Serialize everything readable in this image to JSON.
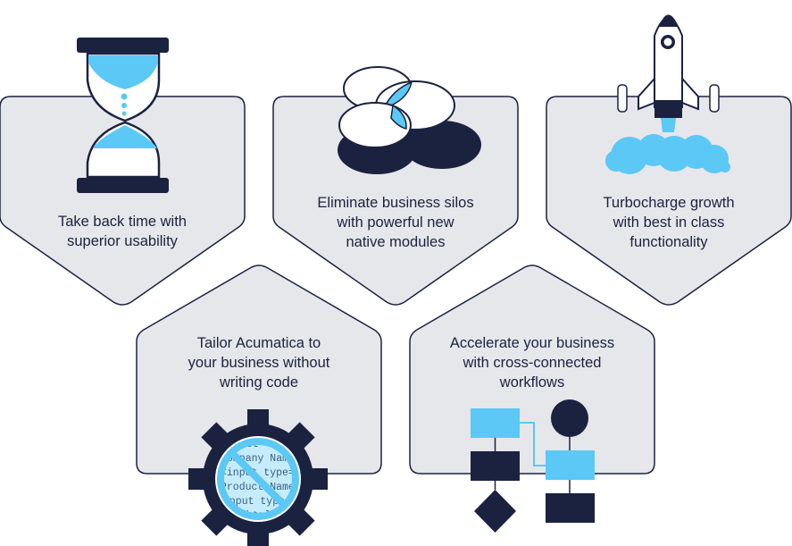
{
  "cards": [
    {
      "id": "card-time",
      "text": "Take back time with\nsuperior usability",
      "icon": "hourglass-icon"
    },
    {
      "id": "card-silos",
      "text": "Eliminate business silos\nwith powerful new\nnative modules",
      "icon": "overlapping-ellipses-icon"
    },
    {
      "id": "card-growth",
      "text": "Turbocharge growth\nwith best in class\nfunctionality",
      "icon": "rocket-icon"
    },
    {
      "id": "card-tailor",
      "text": "Tailor Acumatica to\nyour business without\nwriting code",
      "icon": "no-code-gear-icon"
    },
    {
      "id": "card-workflows",
      "text": "Accelerate your business\nwith cross-connected\nworkflows",
      "icon": "workflow-diagram-icon"
    }
  ],
  "code_snippet": [
    "post\">",
    "ompany Nam",
    "<input type=",
    "Product Name",
    "input type=",
    "</html>"
  ],
  "colors": {
    "card_fill": "#e6e7eb",
    "card_stroke": "#1b2240",
    "navy": "#1b2240",
    "accent": "#5bc8f5"
  }
}
